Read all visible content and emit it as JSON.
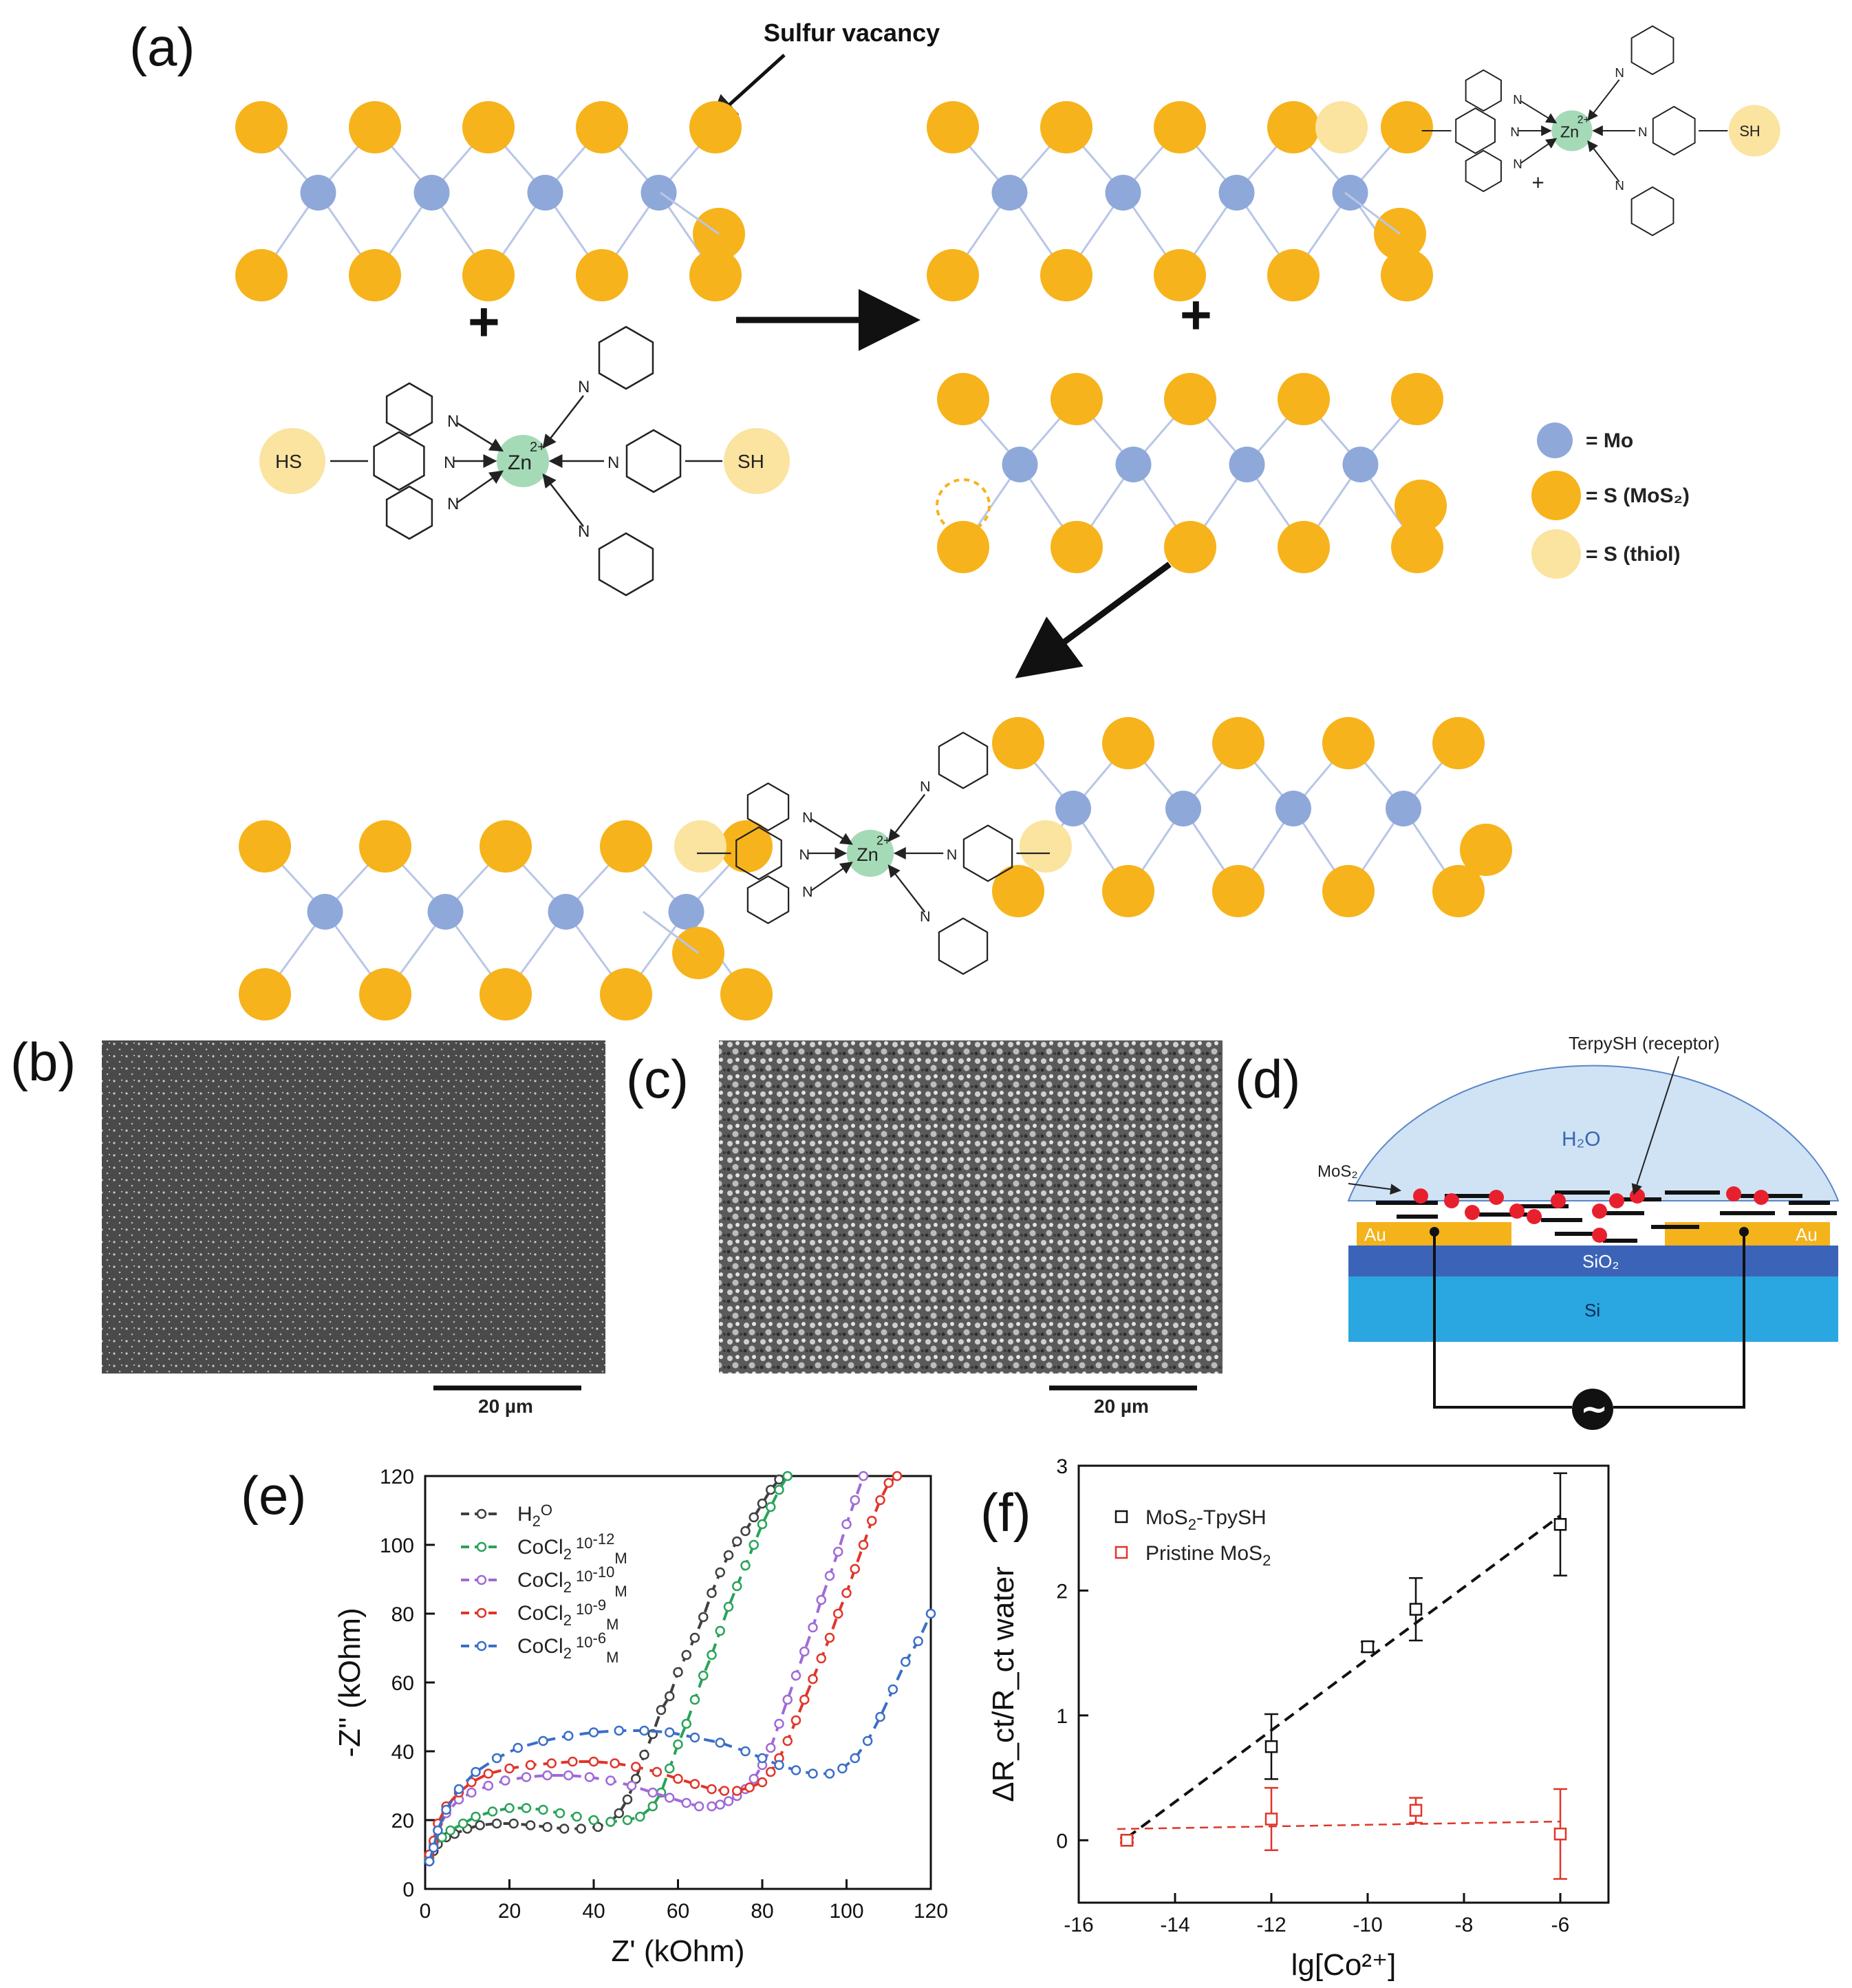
{
  "panels": {
    "a": {
      "label": "(a)",
      "callout": "Sulfur vacancy",
      "legend": [
        {
          "symbol": "Mo",
          "text": "= Mo",
          "color": "#8fa8da"
        },
        {
          "symbol": "S-MoS2",
          "text": "= S (MoS₂)",
          "color": "#f6b31b"
        },
        {
          "symbol": "S-thiol",
          "text": "= S (thiol)",
          "color": "#fbe3a0"
        }
      ],
      "atom_labels": {
        "hs": "HS",
        "sh": "SH",
        "zn": "Zn",
        "zn_charge": "2+",
        "n": "N",
        "plus_sign": "+",
        "charge_sign": "+"
      }
    },
    "b": {
      "label": "(b)",
      "scale_bar": "20 µm"
    },
    "c": {
      "label": "(c)",
      "scale_bar": "20 µm"
    },
    "d": {
      "label": "(d)",
      "labels": {
        "receptor": "TerpySH (receptor)",
        "mos2": "MoS₂",
        "water": "H₂O",
        "au_left": "Au",
        "au_right": "Au",
        "sio2": "SiO₂",
        "si": "Si",
        "source": "~"
      }
    },
    "e": {
      "label": "(e)"
    },
    "f": {
      "label": "(f)"
    }
  },
  "chart_data": [
    {
      "panel": "e",
      "type": "scatter",
      "xlabel": "Z' (kOhm)",
      "ylabel": "-Z'' (kOhm)",
      "xlim": [
        0,
        120
      ],
      "ylim": [
        0,
        120
      ],
      "xticks": [
        0,
        20,
        40,
        60,
        80,
        100,
        120
      ],
      "yticks": [
        0,
        20,
        40,
        60,
        80,
        100,
        120
      ],
      "xtick_labels": [
        "0",
        "20",
        "40",
        "60",
        "80",
        "100",
        "120"
      ],
      "ytick_labels": [
        "0",
        "20",
        "40",
        "60",
        "80",
        "100",
        "120"
      ],
      "legend_placement": "top-left",
      "series": [
        {
          "name": "H₂O",
          "label_parts": [
            "H",
            "2",
            "O",
            "",
            ""
          ],
          "color": "#404040",
          "x": [
            1,
            2,
            3,
            5,
            7,
            10,
            13,
            17,
            21,
            25,
            29,
            33,
            37,
            41,
            44,
            46,
            48,
            50,
            52,
            54,
            56,
            58,
            60,
            62,
            64,
            66,
            68,
            70,
            72,
            74,
            76,
            78,
            80,
            82,
            84
          ],
          "y": [
            8,
            11,
            13,
            15,
            16,
            17.5,
            18.5,
            19,
            19,
            18.5,
            18,
            17.5,
            17.5,
            18,
            19.5,
            22,
            26,
            32,
            39,
            45,
            52,
            56,
            63,
            68,
            73,
            79,
            86,
            92,
            97,
            101,
            104,
            108,
            112,
            116,
            119
          ]
        },
        {
          "name": "CoCl₂ 10⁻¹²M",
          "label_parts": [
            "CoCl",
            "2",
            " 10",
            "-12",
            "M"
          ],
          "color": "#2aa35a",
          "x": [
            1,
            2,
            4,
            6,
            9,
            12,
            16,
            20,
            24,
            28,
            32,
            36,
            40,
            44,
            48,
            51,
            54,
            56,
            58,
            60,
            62,
            64,
            66,
            68,
            70,
            72,
            74,
            76,
            78,
            80,
            82,
            84,
            86
          ],
          "y": [
            9,
            12,
            15,
            17,
            19,
            21,
            22.5,
            23.5,
            23.5,
            23,
            22,
            21,
            20,
            19.5,
            20,
            21,
            24,
            28,
            35,
            42,
            48,
            55,
            62,
            68,
            75,
            82,
            88,
            94,
            100,
            106,
            111,
            116,
            120
          ]
        },
        {
          "name": "CoCl₂ 10⁻¹⁰M",
          "label_parts": [
            "CoCl",
            "2",
            " 10",
            "-10",
            "M"
          ],
          "color": "#a06ad6",
          "x": [
            1,
            2,
            3,
            5,
            8,
            11,
            15,
            19,
            24,
            29,
            34,
            39,
            44,
            49,
            54,
            58,
            62,
            65,
            68,
            70,
            72,
            74,
            76,
            78,
            80,
            82,
            84,
            86,
            88,
            90,
            92,
            94,
            96,
            98,
            100,
            102,
            104
          ],
          "y": [
            10,
            13,
            17,
            22,
            26,
            28,
            30,
            31.5,
            32.5,
            33,
            33,
            32.5,
            31.5,
            30,
            28,
            26.5,
            25,
            24,
            24,
            24.5,
            25.5,
            27,
            29,
            32,
            36,
            41,
            48,
            55,
            62,
            69,
            76,
            84,
            91,
            98,
            106,
            113,
            120
          ]
        },
        {
          "name": "CoCl₂ 10⁻⁹M",
          "label_parts": [
            "CoCl",
            "2",
            " 10",
            "-9",
            "M"
          ],
          "color": "#e0352a",
          "x": [
            1,
            2,
            3,
            5,
            8,
            11,
            15,
            20,
            25,
            30,
            35,
            40,
            45,
            50,
            55,
            60,
            64,
            68,
            71,
            74,
            77,
            80,
            82,
            84,
            86,
            88,
            90,
            92,
            94,
            96,
            98,
            100,
            102,
            104,
            106,
            108,
            110,
            112
          ],
          "y": [
            10,
            14,
            19,
            24,
            28,
            31,
            33.5,
            35,
            36,
            36.5,
            37,
            37,
            36.5,
            35.5,
            34,
            32,
            30.5,
            29,
            28.5,
            28.5,
            29.5,
            31,
            34,
            38,
            43,
            49,
            55,
            61,
            67,
            73,
            80,
            86,
            93,
            100,
            107,
            113,
            118,
            120
          ]
        },
        {
          "name": "CoCl₂ 10⁻⁶M",
          "label_parts": [
            "CoCl",
            "2",
            " 10",
            "-6",
            "M"
          ],
          "color": "#3b6fc8",
          "x": [
            1,
            2,
            3,
            5,
            8,
            12,
            17,
            22,
            28,
            34,
            40,
            46,
            52,
            58,
            64,
            70,
            76,
            80,
            84,
            88,
            92,
            96,
            99,
            102,
            105,
            108,
            111,
            114,
            117,
            120
          ],
          "y": [
            8,
            12,
            17,
            23,
            29,
            34,
            38,
            41,
            43,
            44.5,
            45.5,
            46,
            46,
            45.5,
            44,
            42.5,
            40,
            38,
            36,
            34.5,
            33.5,
            33.5,
            35,
            38,
            43,
            50,
            58,
            66,
            72,
            80
          ]
        }
      ]
    },
    {
      "panel": "f",
      "type": "scatter",
      "xlabel": "lg[Co²⁺]",
      "ylabel": "ΔR_ct/R_ct water",
      "xlim": [
        -16,
        -5
      ],
      "ylim": [
        -0.5,
        3
      ],
      "xticks": [
        -16,
        -14,
        -12,
        -10,
        -8,
        -6
      ],
      "yticks": [
        0,
        1,
        2,
        3
      ],
      "xtick_labels": [
        "-16",
        "-14",
        "-12",
        "-10",
        "-8",
        "-6"
      ],
      "ytick_labels": [
        "0",
        "1",
        "2",
        "3"
      ],
      "legend_placement": "top-left",
      "series": [
        {
          "name": "MoS₂-TpySH",
          "label_parts": [
            "MoS",
            "2",
            "-TpySH"
          ],
          "color": "#111111",
          "x": [
            -15,
            -12,
            -10,
            -9,
            -6
          ],
          "y": [
            0,
            0.75,
            1.55,
            1.85,
            2.53
          ],
          "err": [
            0.02,
            0.26,
            0.04,
            0.25,
            0.41
          ],
          "fit": [
            [
              -15,
              0.02
            ],
            [
              -6,
              2.6
            ]
          ]
        },
        {
          "name": "Pristine MoS₂",
          "label_parts": [
            "Pristine MoS",
            "2",
            ""
          ],
          "color": "#e0352a",
          "x": [
            -15,
            -12,
            -9,
            -6
          ],
          "y": [
            0,
            0.17,
            0.24,
            0.05
          ],
          "err": [
            0.02,
            0.25,
            0.1,
            0.36
          ],
          "fit": [
            [
              -15.2,
              0.09
            ],
            [
              -6,
              0.15
            ]
          ]
        }
      ]
    }
  ]
}
